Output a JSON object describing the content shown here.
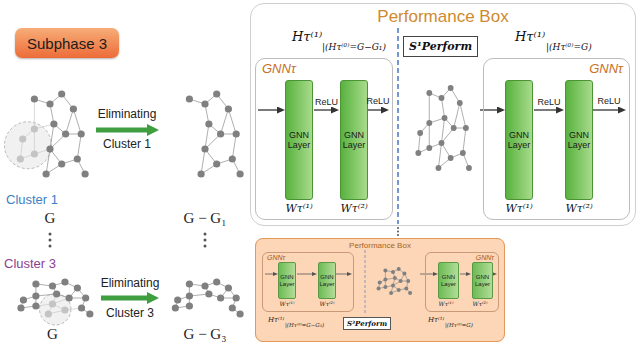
{
  "diagram": {
    "nodes": [
      {
        "text": [
          "Subphase 3"
        ]
      },
      {
        "text": [
          "G"
        ]
      },
      {
        "text": [
          "G − G₁"
        ]
      },
      {
        "text": [
          "G"
        ]
      },
      {
        "text": [
          "G − G₃"
        ]
      },
      {
        "text": [
          "Performance Box"
        ]
      },
      {
        "text": [
          "GNNτ"
        ],
        "in": 5
      },
      {
        "text": [
          "GNN Layer"
        ],
        "in": 6
      },
      {
        "text": [
          "GNN Layer"
        ],
        "in": 6
      },
      {
        "text": [
          "S¹Perform"
        ],
        "in": 5
      },
      {
        "text": [
          "GNNτ"
        ],
        "in": 5
      },
      {
        "text": [
          "GNN Layer"
        ],
        "in": 10
      },
      {
        "text": [
          "GNN Layer"
        ],
        "in": 10
      },
      {
        "text": [
          "Performance Box"
        ]
      },
      {
        "text": [
          "GNNτ"
        ],
        "in": 13
      },
      {
        "text": [
          "GNN Layer"
        ],
        "in": 14
      },
      {
        "text": [
          "GNN Layer"
        ],
        "in": 14
      },
      {
        "text": [
          "S³Perform"
        ],
        "in": 13
      },
      {
        "text": [
          "GNNτ"
        ],
        "in": 13
      },
      {
        "text": [
          "GNN Layer"
        ],
        "in": 18
      },
      {
        "text": [
          "GNN Layer"
        ],
        "in": 18
      }
    ],
    "edges": [
      {
        "from": 1,
        "to": 2,
        "arrow": "to"
      },
      {
        "from": 3,
        "to": 4,
        "arrow": "to"
      },
      {
        "from": 7,
        "to": 8,
        "label": "ReLU",
        "arrow": "to"
      },
      {
        "from": 11,
        "to": 12,
        "label": "ReLU",
        "arrow": "to"
      },
      {
        "from": 15,
        "to": 16,
        "arrow": "to"
      },
      {
        "from": 19,
        "to": 20,
        "arrow": "to"
      }
    ],
    "labels": [
      "Cluster 1",
      "Eliminating",
      "Cluster 1",
      "Cluster 3",
      "Eliminating",
      "Cluster 3",
      "Hτ⁽¹⁾",
      "|(Hτ⁽⁰⁾=G−G₁)",
      "Hτ⁽¹⁾",
      "|(Hτ⁽⁰⁾=G)",
      "ReLU",
      "ReLU",
      "Wτ⁽¹⁾",
      "Wτ⁽²⁾",
      "Wτ⁽¹⁾",
      "Wτ⁽²⁾",
      "Wτ⁽¹⁾",
      "Wτ⁽²⁾",
      "Wτ⁽¹⁾",
      "Wτ⁽²⁾",
      "Hτ⁽¹⁾",
      "|(Hτ⁽⁰⁾=G−G₃)",
      "Hτ⁽¹⁾",
      "|(Hτ⁽⁰⁾=G)"
    ]
  }
}
